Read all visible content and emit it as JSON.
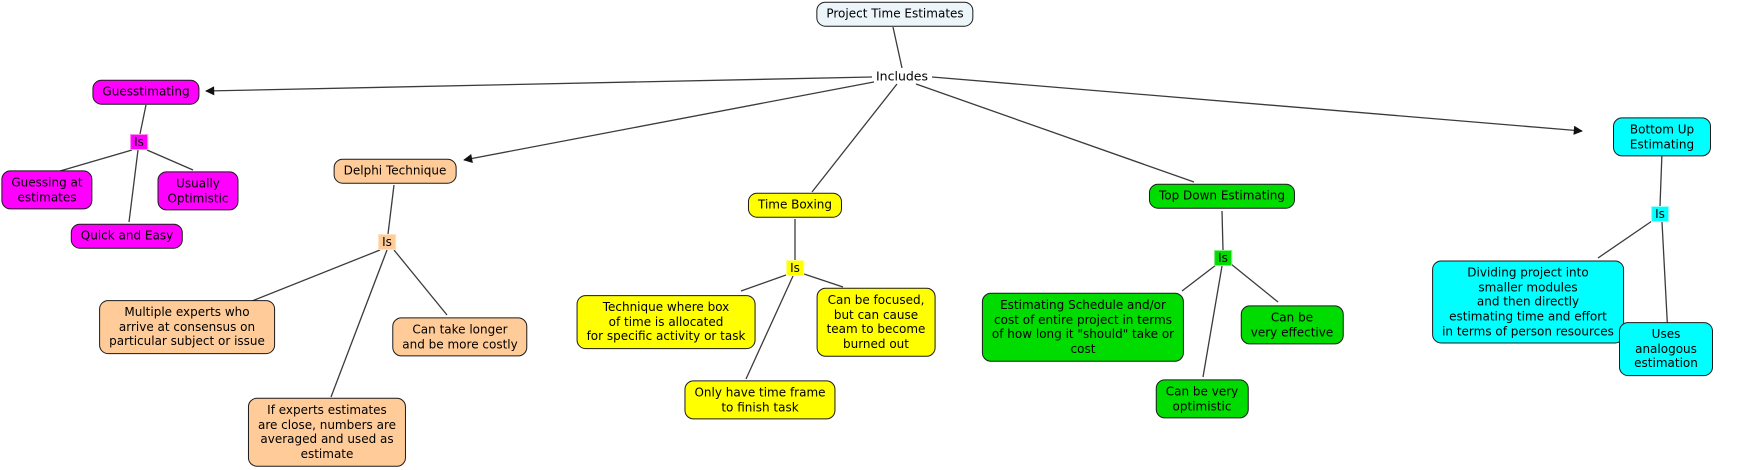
{
  "root": {
    "label": "Project Time Estimates",
    "color": "#ECF5F9"
  },
  "link_label": "Includes",
  "branches": [
    {
      "name": "Guesstimating",
      "color": "#FF00FF",
      "is_label": "Is",
      "children": [
        {
          "label": "Guessing at\nestimates"
        },
        {
          "label": "Usually\nOptimistic"
        },
        {
          "label": "Quick and Easy"
        }
      ]
    },
    {
      "name": "Delphi Technique",
      "color": "#FFCC99",
      "is_label": "Is",
      "children": [
        {
          "label": "Multiple experts who\narrive at consensus on\nparticular subject or issue"
        },
        {
          "label": "Can take longer\nand be more costly"
        },
        {
          "label": "If experts estimates\nare close, numbers are\naveraged and used as\nestimate"
        }
      ]
    },
    {
      "name": "Time Boxing",
      "color": "#FFFF00",
      "is_label": "Is",
      "children": [
        {
          "label": "Technique where box\nof time is allocated\nfor specific activity or task"
        },
        {
          "label": "Can be focused,\nbut can cause\nteam to become\nburned out"
        },
        {
          "label": "Only have time frame\nto finish task"
        }
      ]
    },
    {
      "name": "Top Down Estimating",
      "color": "#00DB00",
      "is_label": "Is",
      "children": [
        {
          "label": "Estimating Schedule and/or\ncost of entire project in terms\nof how long it \"should\" take or\ncost"
        },
        {
          "label": "Can be\nvery effective"
        },
        {
          "label": "Can be very\noptimistic"
        }
      ]
    },
    {
      "name": "Bottom Up Estimating",
      "color": "#00FFFF",
      "is_label": "Is",
      "children": [
        {
          "label": "Dividing project into\nsmaller modules\nand then directly\nestimating time and effort\nin terms of person resources"
        },
        {
          "label": "Uses analogous estimation"
        }
      ]
    }
  ]
}
